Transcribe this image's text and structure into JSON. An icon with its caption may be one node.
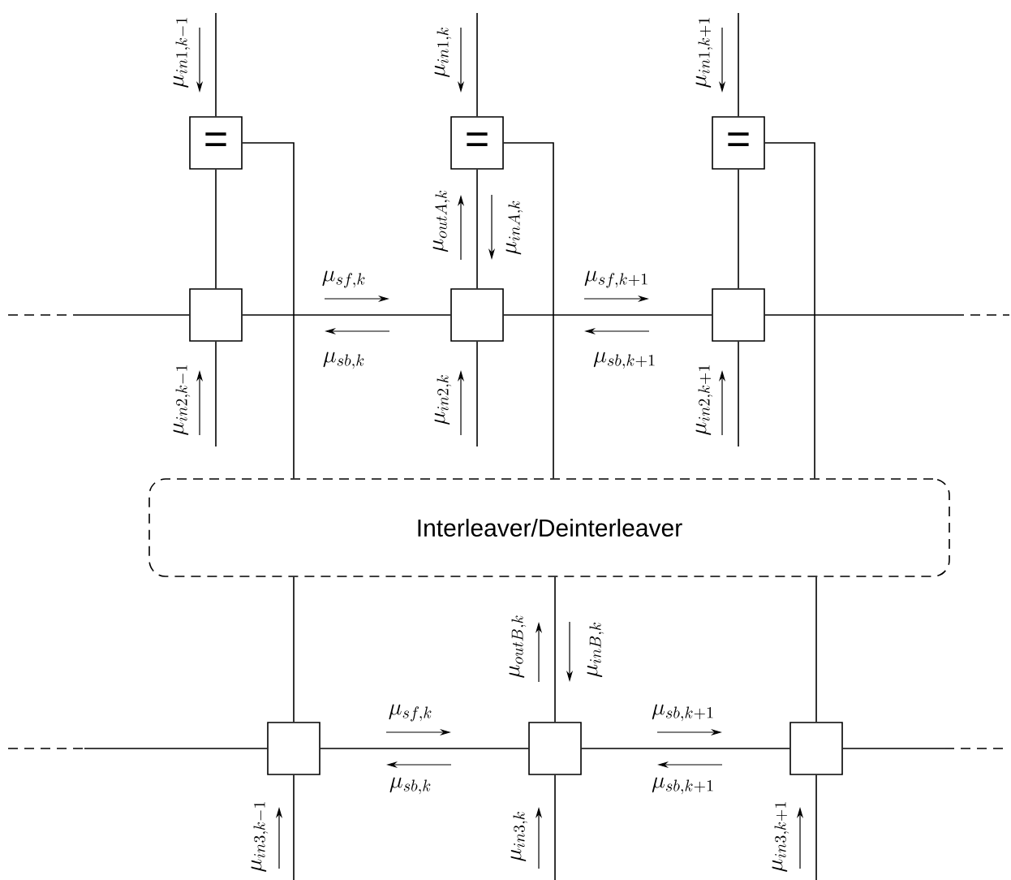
{
  "diagram": {
    "nodes": [
      {
        "text": [
          "="
        ]
      },
      {
        "text": [
          "="
        ]
      },
      {
        "text": [
          "="
        ]
      },
      {
        "text": [],
        "shape": "box"
      },
      {
        "text": [],
        "shape": "box"
      },
      {
        "text": [],
        "shape": "box"
      },
      {
        "text": [
          "Interleaver/Deinterleaver"
        ]
      },
      {
        "text": [],
        "shape": "box"
      },
      {
        "text": [],
        "shape": "box"
      },
      {
        "text": [],
        "shape": "box"
      }
    ],
    "edges": [
      {
        "from": null,
        "to": 0,
        "arrow": "none"
      },
      {
        "from": null,
        "to": 1,
        "arrow": "none"
      },
      {
        "from": null,
        "to": 2,
        "arrow": "none"
      },
      {
        "from": 0,
        "to": 3,
        "arrow": "none"
      },
      {
        "from": 1,
        "to": 4,
        "arrow": "none"
      },
      {
        "from": 2,
        "to": 5,
        "arrow": "none"
      },
      {
        "from": 0,
        "to": 6,
        "arrow": "none"
      },
      {
        "from": 1,
        "to": 6,
        "arrow": "none"
      },
      {
        "from": 2,
        "to": 6,
        "arrow": "none"
      },
      {
        "from": 3,
        "to": null,
        "arrow": "none"
      },
      {
        "from": 4,
        "to": null,
        "arrow": "none"
      },
      {
        "from": 5,
        "to": null,
        "arrow": "none"
      },
      {
        "from": null,
        "to": 3,
        "arrow": "none"
      },
      {
        "from": 3,
        "to": 4,
        "arrow": "none"
      },
      {
        "from": 4,
        "to": 5,
        "arrow": "none"
      },
      {
        "from": 5,
        "to": null,
        "arrow": "none"
      },
      {
        "from": 6,
        "to": 7,
        "arrow": "none"
      },
      {
        "from": 6,
        "to": 8,
        "arrow": "none"
      },
      {
        "from": 6,
        "to": 9,
        "arrow": "none"
      },
      {
        "from": null,
        "to": 7,
        "arrow": "none"
      },
      {
        "from": 7,
        "to": 8,
        "arrow": "none"
      },
      {
        "from": 8,
        "to": 9,
        "arrow": "none"
      },
      {
        "from": 9,
        "to": null,
        "arrow": "none"
      },
      {
        "from": 7,
        "to": null,
        "arrow": "none"
      },
      {
        "from": 8,
        "to": null,
        "arrow": "none"
      },
      {
        "from": 9,
        "to": null,
        "arrow": "none"
      }
    ],
    "labels": [
      "\\mu_{in1,k-1}",
      "\\mu_{in1,k}",
      "\\mu_{in1,k+1}",
      "\\mu_{outA,k}",
      "\\mu_{inA,k}",
      "\\mu_{sf,k}",
      "\\mu_{sb,k}",
      "\\mu_{sf,k+1}",
      "\\mu_{sb,k+1}",
      "\\mu_{in2,k-1}",
      "\\mu_{in2,k}",
      "\\mu_{in2,k+1}",
      "\\mu_{outB,k}",
      "\\mu_{inB,k}",
      "\\mu_{sf,k}",
      "\\mu_{sb,k}",
      "\\mu_{sb,k+1}",
      "\\mu_{sb,k+1}",
      "\\mu_{in3,k-1}",
      "\\mu_{in3,k}",
      "\\mu_{in3,k+1}"
    ]
  }
}
